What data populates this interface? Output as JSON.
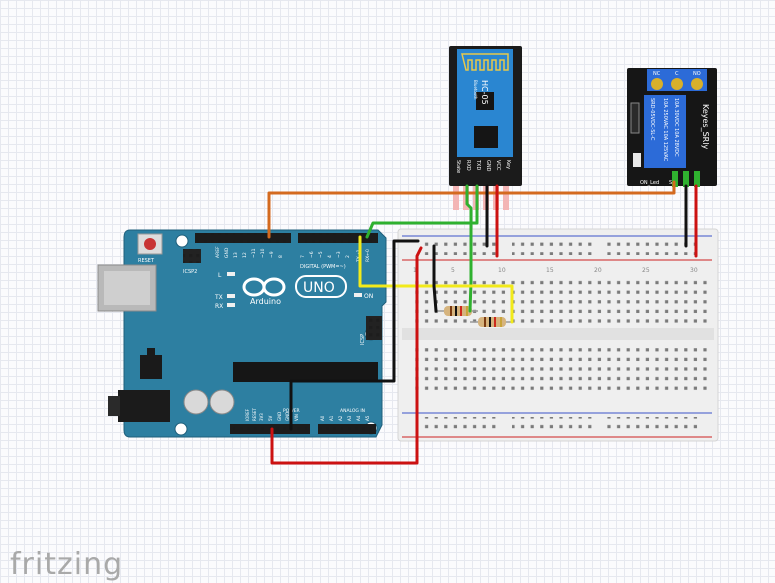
{
  "colors": {
    "board": "#2d7fa1",
    "breadboard": "#eeeeee",
    "module_dark": "#1b1b1b",
    "relay_blue": "#2c6bd8",
    "bt_blue": "#2a86d1",
    "wire_orange": "#d46a1f",
    "wire_green": "#2fb12f",
    "wire_yellow": "#f2ea1a",
    "wire_red": "#cc1111",
    "wire_black": "#111111"
  },
  "arduino": {
    "logo": "UNO",
    "name": "Arduino",
    "reset_label": "RESET",
    "icsp2_label": "ICSP2",
    "icsp_label": "ICSP",
    "led_l": "L",
    "led_tx": "TX",
    "led_rx": "RX",
    "led_on": "ON",
    "digital_label": "DIGITAL (PWM=~)",
    "aref": "AREF",
    "gnd": "GND",
    "d13": "13",
    "d12": "12",
    "d11": "~11",
    "d10": "~10",
    "d9": "~9",
    "d8": "8",
    "d7": "7",
    "d6": "~6",
    "d5": "~5",
    "d4": "4",
    "d3": "~3",
    "d2": "2",
    "tx1": "TX→1",
    "rx0": "RX←0",
    "power_label": "POWER",
    "analog_label": "ANALOG IN",
    "ioref": "IOREF",
    "reset_pin": "RESET",
    "v33": "3V3",
    "v5": "5V",
    "gnd1": "GND",
    "gnd2": "GND",
    "vin": "VIN",
    "a0": "A0",
    "a1": "A1",
    "a2": "A2",
    "a3": "A3",
    "a4": "A4",
    "a5": "A5"
  },
  "bluetooth": {
    "name": "HC-05",
    "sub": "Bluetooth",
    "pins": [
      "State",
      "RXD",
      "TXD",
      "GND",
      "VCC",
      "Key"
    ]
  },
  "relay": {
    "nc": "NC",
    "c": "C",
    "no": "NO",
    "model": "SRD-05VDC-SL-C",
    "rating1": "10A 250VAC  10A 125VAC",
    "rating2": "10A 30VDC  10A 28VDC",
    "brand": "Keyes_SRly",
    "on_label": "ON_Led",
    "s_label": "S",
    "plus_label": "+",
    "minus_label": "−"
  },
  "breadboard": {
    "col_labels": [
      "1",
      "5",
      "10",
      "15",
      "20",
      "25",
      "30"
    ]
  },
  "watermark": "fritzing"
}
